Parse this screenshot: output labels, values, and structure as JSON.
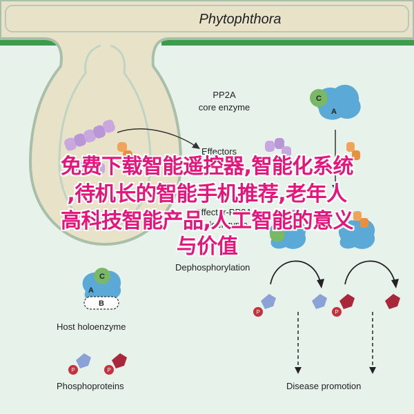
{
  "diagram": {
    "header_title": "Phytophthora",
    "labels": {
      "pp2a_line1": "PP2A",
      "pp2a_line2": "core enzyme",
      "effectors": "Effectors",
      "effector_pp2a_line1": "Effector-PP2A",
      "effector_pp2a_line2": "holoenzyme",
      "dephosphorylation": "Dephosphorylation",
      "host_holoenzyme": "Host holoenzyme",
      "phosphoproteins": "Phosphoproteins",
      "disease_promotion": "Disease promotion"
    },
    "subunits": {
      "a": "A",
      "b": "B",
      "c": "C"
    },
    "phospho_marker": "P"
  },
  "overlay": {
    "line1": "免费下载智能遥控器,智能化系统",
    "line2": ",待机长的智能手机推荐,老年人",
    "line3": "高科技智能产品,人工智能的意义",
    "line4": "与价值"
  },
  "colors": {
    "background": "#e7f2ea",
    "pathogen_fill": "#e8e2c9",
    "pathogen_stroke": "#a9bfa9",
    "membrane_green": "#3e9a4c",
    "subunit_a": "#5aa9d6",
    "subunit_c": "#79b866",
    "subunit_b": "#ffffff",
    "phosphoprotein_blue": "#8aa2d6",
    "phosphoprotein_red": "#a8273a",
    "phospho_marker": "#c9303e",
    "effector_purple": "#c9a8e0",
    "effector_orange": "#f2a35a",
    "overlay_text": "#e4167c"
  }
}
